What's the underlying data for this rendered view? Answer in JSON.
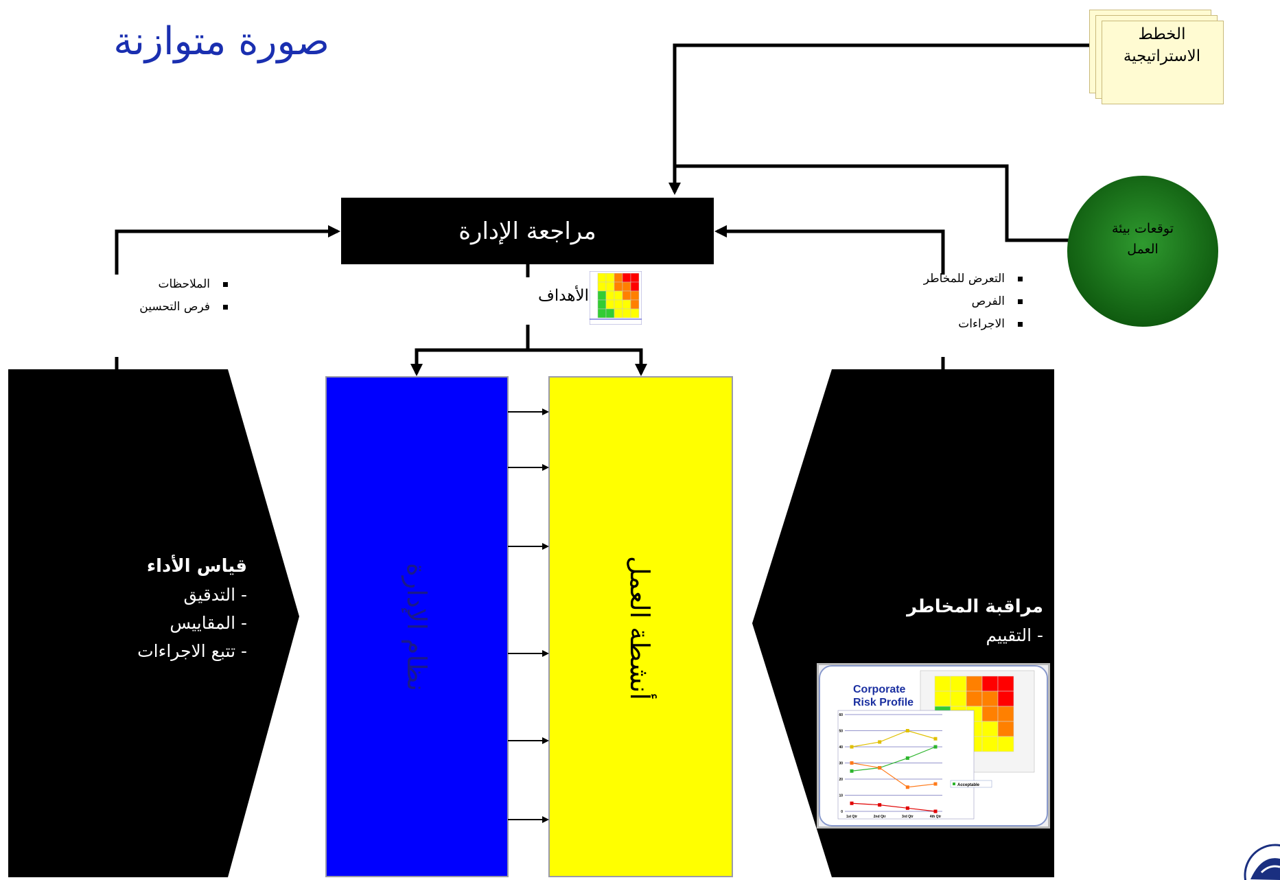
{
  "title": "صورة متوازنة",
  "management_review": "مراجعة الإدارة",
  "strategic_plans": [
    "الخطط",
    "الاستراتيجية"
  ],
  "business_env": [
    "توقعات بيئة",
    "العمل"
  ],
  "left_bullets": [
    "الملاحظات",
    "فرص التحسين"
  ],
  "right_bullets": [
    "التعرض للمخاطر",
    "الفرص",
    "الاجراءات"
  ],
  "goals_label": "الأهداف",
  "performance": {
    "heading": "قياس الأداء",
    "items": [
      "التدقيق",
      "المقاييس",
      "تتبع الاجراءات"
    ]
  },
  "risk_monitoring": {
    "heading": "مراقبة المخاطر",
    "items": [
      "التقييم"
    ]
  },
  "management_system": "نظام الإدارة",
  "business_activities": "أنشطة العمل",
  "risk_profile": {
    "title_line1": "Corporate",
    "title_line2": "Risk Profile",
    "legend": "Acceptable",
    "y_ticks": [
      "60",
      "50",
      "40",
      "30",
      "20",
      "10",
      "0"
    ],
    "x_ticks": [
      "1st Qtr",
      "2nd Qtr",
      "3rd Qtr",
      "4th Qtr"
    ],
    "series": [
      {
        "color": "#e0c000",
        "values": [
          40,
          43,
          50,
          45
        ]
      },
      {
        "color": "#2db52d",
        "values": [
          25,
          27,
          33,
          40
        ]
      },
      {
        "color": "#ff7a1a",
        "values": [
          30,
          27,
          15,
          17
        ]
      },
      {
        "color": "#e00000",
        "values": [
          5,
          4,
          2,
          0
        ]
      }
    ]
  },
  "colors": {
    "management_system": "#0000ff",
    "business_activities": "#ffff00",
    "env_circle": "#1e7a1e",
    "title": "#1a2fb0"
  }
}
